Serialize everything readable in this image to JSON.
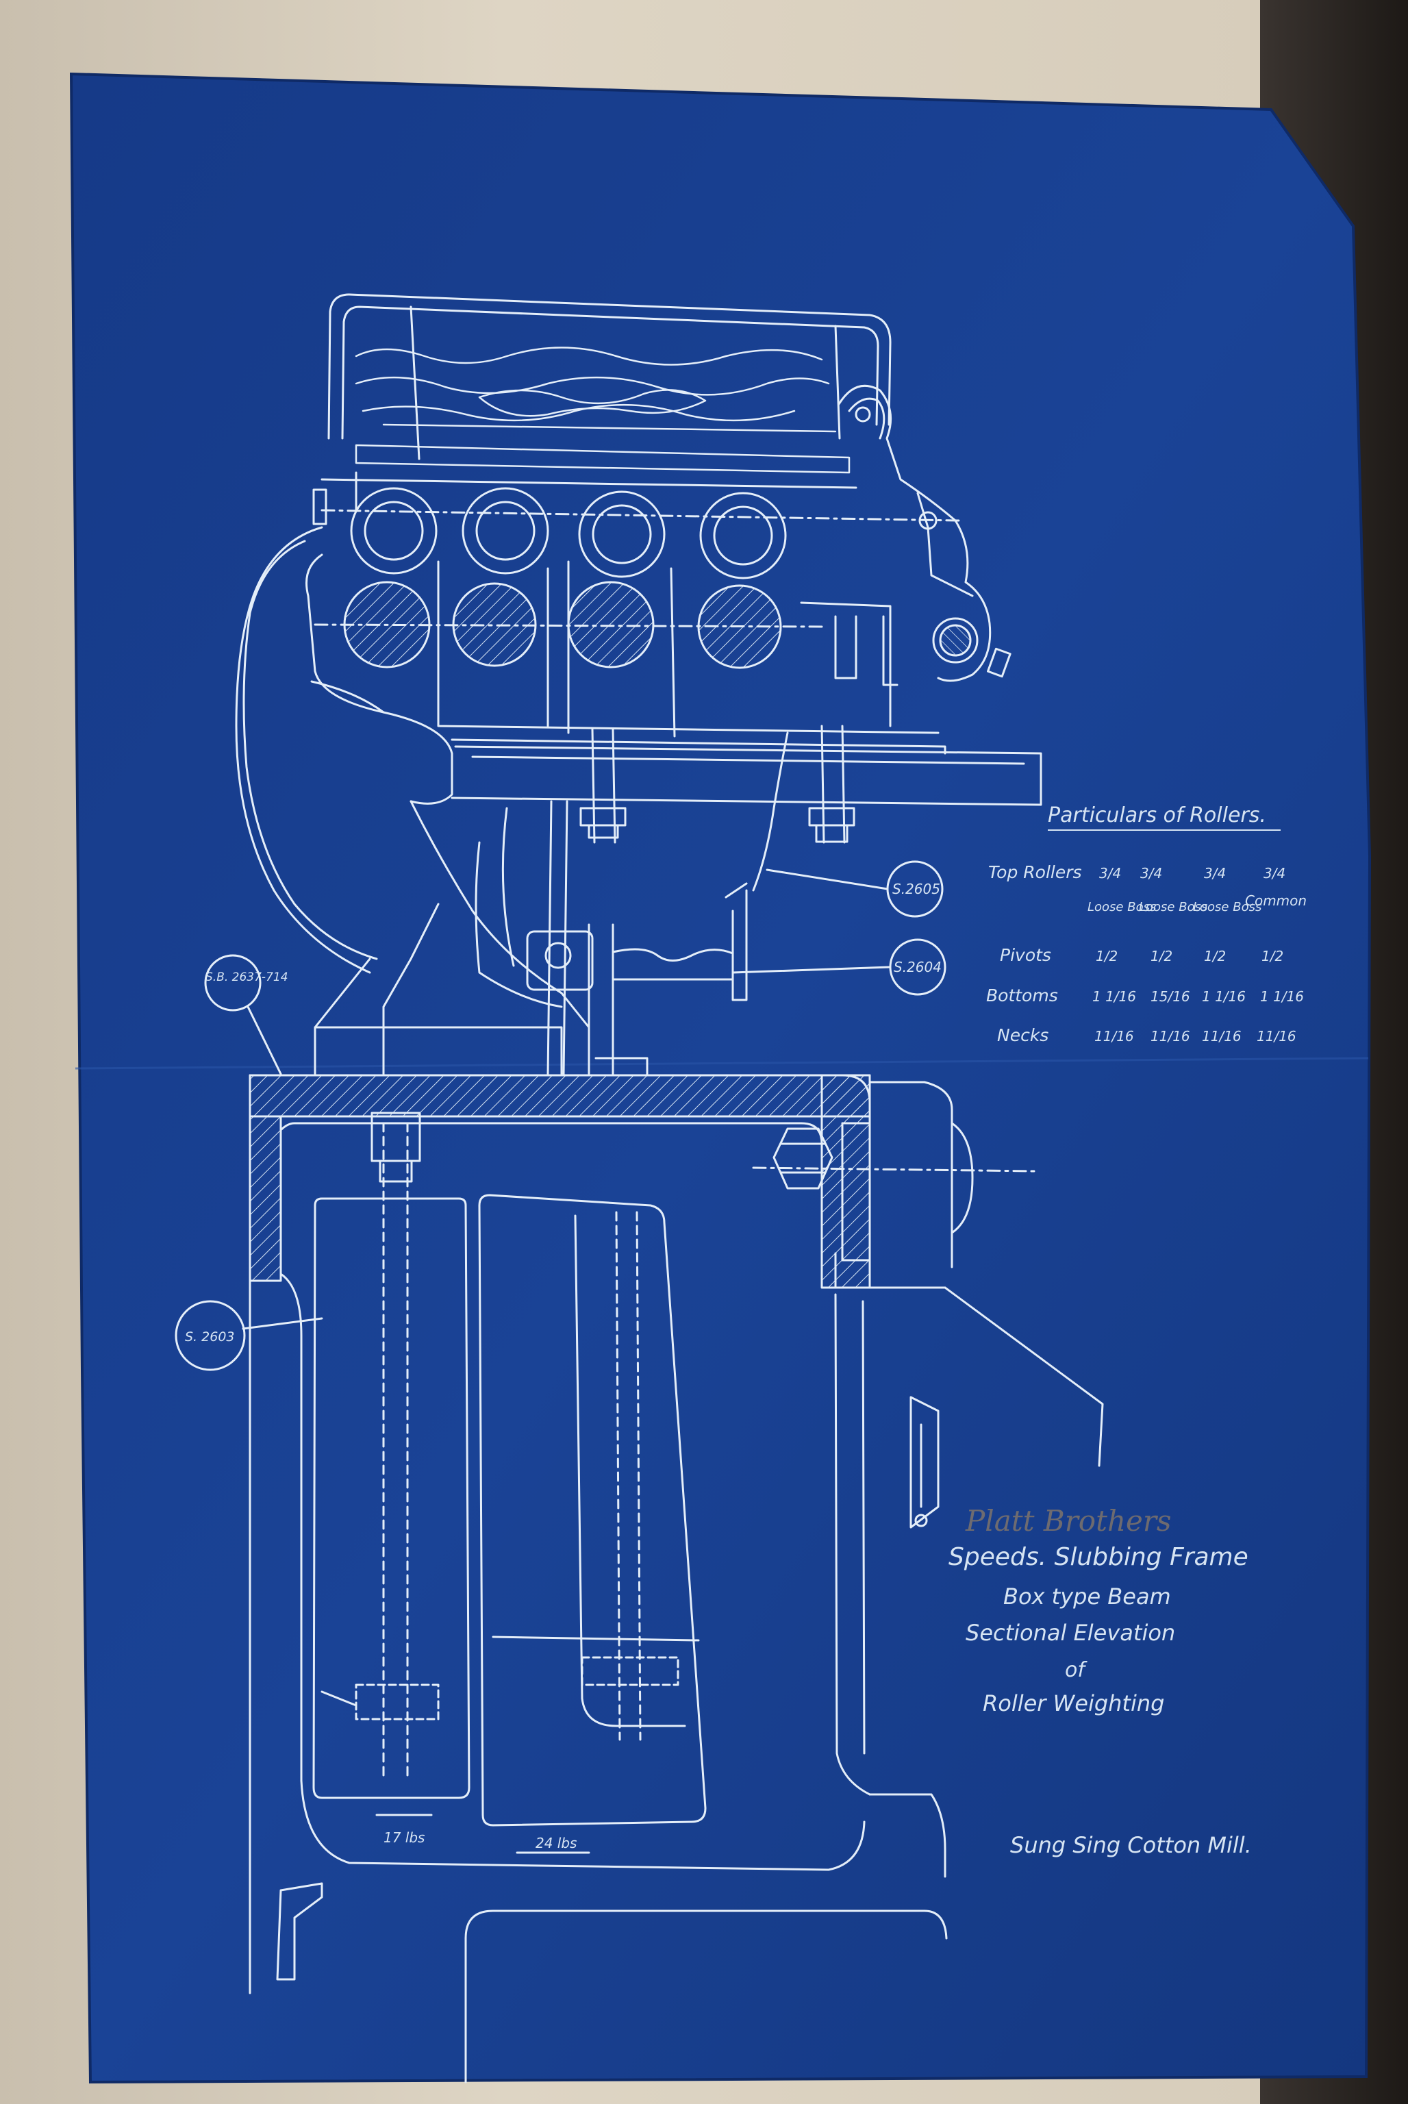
{
  "particulars": {
    "title": "Particulars of Rollers.",
    "row_labels": [
      "Top Rollers",
      "Pivots",
      "Bottoms",
      "Necks"
    ],
    "top_rollers": [
      "3/4",
      "3/4",
      "3/4",
      "3/4"
    ],
    "roller_types": [
      "Loose Boss",
      "Loose Boss",
      "Loose Boss",
      "Common"
    ],
    "pivots": [
      "1/2",
      "1/2",
      "1/2",
      "1/2"
    ],
    "bottoms": [
      "1 1/16",
      "15/16",
      "1 1/16",
      "1 1/16"
    ],
    "necks": [
      "11/16",
      "11/16",
      "11/16",
      "11/16"
    ]
  },
  "callouts": {
    "sb": "S.B. 2637-714",
    "s2605": "S.2605",
    "s2604": "S.2604",
    "s2603": "S. 2603"
  },
  "weights": {
    "left": "17 lbs",
    "right": "24 lbs"
  },
  "title_block": {
    "annotation": "Platt Brothers",
    "line1": "Speeds. Slubbing Frame",
    "line2": "Box type Beam",
    "line3": "Sectional Elevation",
    "line4": "of",
    "line5": "Roller Weighting",
    "mill": "Sung Sing Cotton Mill."
  },
  "colors": {
    "blueprint": "#1a3f8f",
    "line": "#e4eef9",
    "backdrop": "#d7cdbb"
  }
}
